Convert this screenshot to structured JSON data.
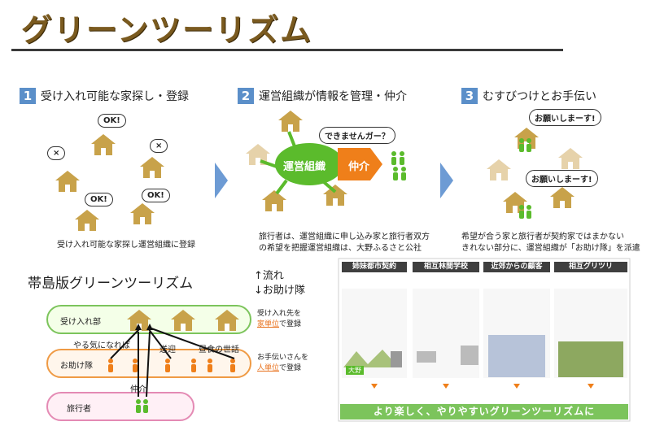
{
  "title": "グリーンツーリズム",
  "steps": [
    {
      "num": "1",
      "label": "受け入れ可能な家探し・登録",
      "caption": "受け入れ可能な家探し運営組織に登録"
    },
    {
      "num": "2",
      "label": "運営組織が情報を管理・仲介",
      "caption_line1": "旅行者は、運営組織に申し込み家と旅行者双方",
      "caption_line2": "の希望を把握運営組織は、大野ふるさと公社"
    },
    {
      "num": "3",
      "label": "むすびつけとお手伝い",
      "caption_line1": "希望が合う家と旅行者が契約家ではまかない",
      "caption_line2": "きれない部分に、運営組織が「お助け隊」を派遣"
    }
  ],
  "bubbles": {
    "ok": "OK!",
    "no": "×",
    "cannot": "できませんガー？",
    "please": "お願いしまーす!"
  },
  "organization": {
    "name": "運営組織",
    "intermediary": "仲介"
  },
  "section2": {
    "title": "帯島版グリーンツーリズム",
    "legend_flow": "↑流れ",
    "legend_help": "↓お助け隊",
    "band_host": "受け入れ部",
    "band_help": "お助け隊",
    "band_traveler": "旅行者",
    "label_yaruki": "やる気になれば",
    "label_sougei": "送迎",
    "label_meal": "昼食の世話",
    "label_chukai": "仲介",
    "note1_line1": "受け入れ先を",
    "note1_hl": "家単位",
    "note1_rest": "で登録",
    "note2_line1": "お手伝いさんを",
    "note2_hl": "人単位",
    "note2_rest": "で登録"
  },
  "panels": [
    {
      "head": "姉妹都市契約",
      "tag": "大野"
    },
    {
      "head": "相互林間学校",
      "tag": ""
    },
    {
      "head": "近郊からの顧客",
      "tag": ""
    },
    {
      "head": "相互グリツリ",
      "tag": ""
    }
  ],
  "footer": "より楽しく、やりやすいグリーンツーリズムに",
  "colors": {
    "house": "#c8a24a",
    "green": "#5bbb2c",
    "orange": "#ef7f1a",
    "arrow_blue": "#6d9bd4"
  }
}
